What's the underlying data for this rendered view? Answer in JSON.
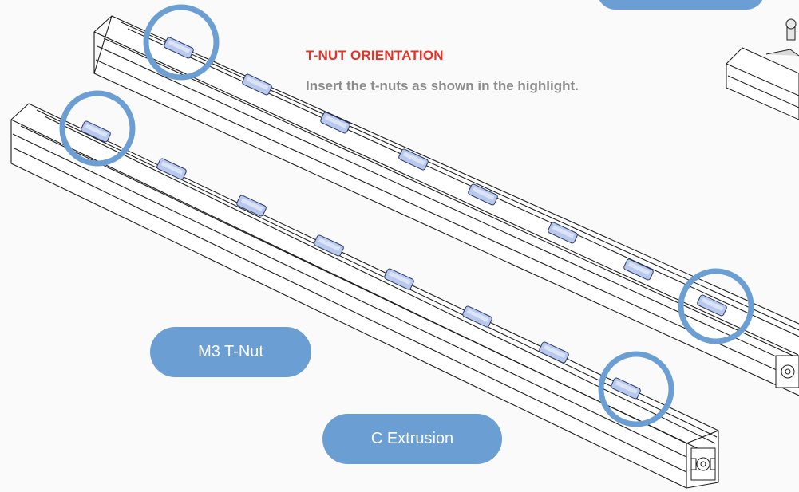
{
  "orientation": {
    "title": "T-NUT ORIENTATION",
    "instruction": "Insert the t-nuts as shown in the highlight."
  },
  "labels": {
    "tnut": "M3 T-Nut",
    "extrusion": "C Extrusion",
    "top_right": ""
  },
  "colors": {
    "highlight": "#6b9fd3",
    "title_red": "#e0342b",
    "label_blue": "#6b9fd3",
    "tnut_fill": "#b9c9ee",
    "line": "#1e1e1e"
  },
  "icons": {
    "tnut": "t-nut-icon",
    "highlight": "highlight-circle-icon"
  }
}
